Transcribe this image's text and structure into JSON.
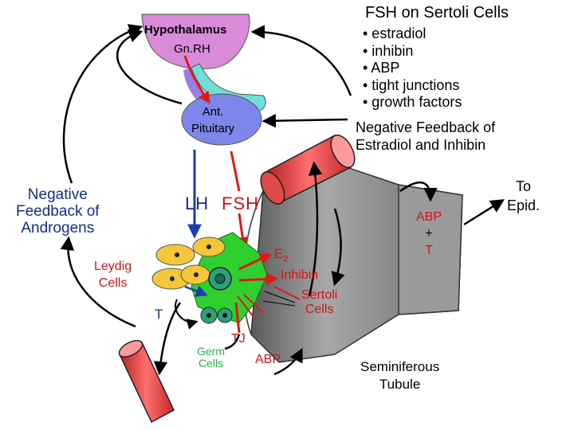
{
  "fsh_title": "FSH on Sertoli Cells",
  "fsh_effects": [
    "• estradiol",
    "• inhibin",
    "• ABP",
    "• tight junctions",
    "• growth factors"
  ],
  "negative_feedback_estradiol": [
    "Negative Feedback of",
    "Estradiol and Inhibin"
  ],
  "hypothalamus": "Hypothalamus",
  "gnrh": "Gn.RH",
  "ant_pituitary": [
    "Ant.",
    "Pituitary"
  ],
  "negative_feedback_androgens": [
    "Negative",
    "Feedback of",
    "Androgens"
  ],
  "lh": "LH",
  "fsh": "FSH",
  "leydig_cells": [
    "Leydig",
    "Cells"
  ],
  "e2": "E",
  "e2_sub": "2",
  "inhibin": "Inhibin",
  "sertoli_cells": [
    "Sertoli",
    "Cells"
  ],
  "testosterone": "T",
  "tight_junction": "TJ",
  "germ_cells": [
    "Germ",
    "Cells"
  ],
  "abp": "ABP",
  "abp_plus_t": [
    "ABP",
    "+",
    "T"
  ],
  "to_epid": [
    "To",
    "Epid."
  ],
  "seminiferous_tubule": [
    "Seminiferous",
    "Tubule"
  ],
  "colors": {
    "hypothalamus": "#d98ad8",
    "pituitary": "#7d86ea",
    "stalk": "#6ee0d8",
    "vessel": "#e84e4e",
    "leydig": "#f5c63a",
    "sertoli": "#2fcf2f",
    "germ": "#2aa37a",
    "tubule": "#8a8a8a",
    "red_text": "#d11414",
    "blue_text": "#10308c"
  }
}
